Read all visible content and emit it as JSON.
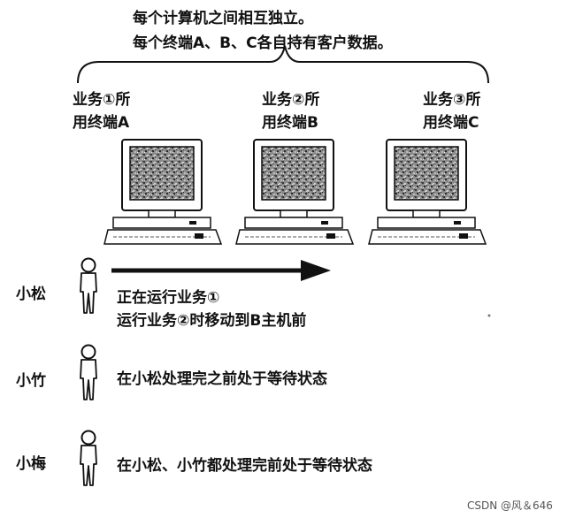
{
  "header": {
    "line1": "每个计算机之间相互独立。",
    "line2": "每个终端A、B、C各自持有客户数据。"
  },
  "terminals": [
    {
      "line1": "业务①所",
      "line2": "用终端A"
    },
    {
      "line1": "业务②所",
      "line2": "用终端B"
    },
    {
      "line1": "业务③所",
      "line2": "用终端C"
    }
  ],
  "people": [
    {
      "name": "小松",
      "status_lines": [
        "正在运行业务①",
        "运行业务②时移动到B主机前"
      ]
    },
    {
      "name": "小竹",
      "status_lines": [
        "在小松处理完之前处于等待状态"
      ]
    },
    {
      "name": "小梅",
      "status_lines": [
        "在小松、小竹都处理完前处于等待状态"
      ]
    }
  ],
  "watermark": "CSDN @风＆646"
}
